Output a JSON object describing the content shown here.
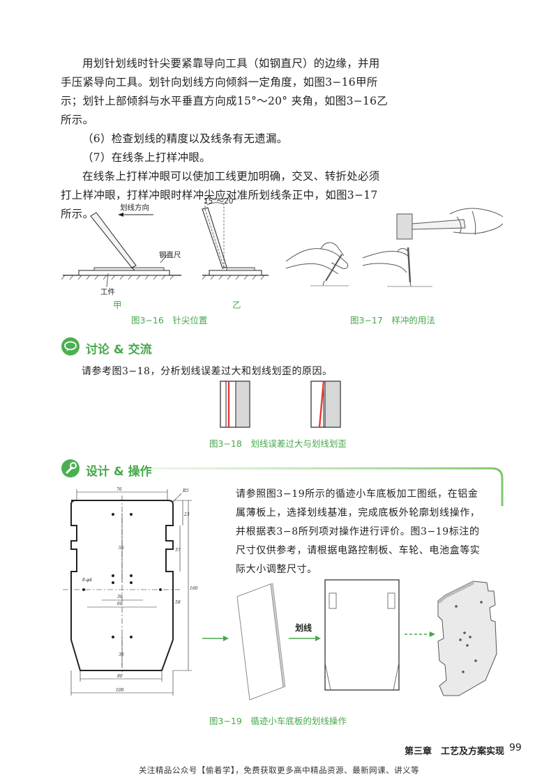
{
  "body": {
    "p1": "用划针划线时针尖要紧靠导向工具（如钢直尺）的边缘，并用手压紧导向工具。划针向划线方向倾斜一定角度，如图3−16甲所示；划针上部倾斜与水平垂直方向成15°～20° 夹角，如图3−16乙所示。",
    "p2": "（6）检查划线的精度以及线条有无遗漏。",
    "p3": "（7）在线条上打样冲眼。",
    "p4": "在线条上打样冲眼可以使加工线更加明确，交叉、转折处必须打上样冲眼，打样冲眼时样冲尖应对准所划线条正中，如图3−17所示。"
  },
  "fig316": {
    "dir_label": "划线方向",
    "angle_label": "15°～20°",
    "ruler_label": "钢直尺",
    "work_label": "工件",
    "sub_a": "甲",
    "sub_b": "乙",
    "caption": "图3−16　针尖位置"
  },
  "fig317": {
    "caption": "图3−17　样冲的用法"
  },
  "discuss": {
    "title": "讨论 & 交流",
    "text": "请参考图3−18，分析划线误差过大和划线划歪的原因。",
    "caption": "图3−18　划线误差过大与划线划歪"
  },
  "design": {
    "title": "设计 & 操作",
    "text": "请参照图3−19所示的循迹小车底板加工图纸，在铝金属薄板上，选择划线基准，完成底板外轮廓划线操作，并根据表3−8所列项对操作进行评价。图3−19标注的尺寸仅供参考，请根据电路控制板、车轮、电池盒等实际大小调整尺寸。",
    "step_label": "划线",
    "caption": "图3−19　循迹小车底板的划线操作"
  },
  "drawing": {
    "d_top": "76",
    "d_r": "R5",
    "d_right1": "23",
    "d_right2": "37",
    "d_right3": "58",
    "d_total": "160",
    "d_mid": "56",
    "d_holes": "8-φ4",
    "d_inner": "30",
    "d_inner2": "60",
    "d_low": "30",
    "d_bottom1": "80",
    "d_bottom2": "100"
  },
  "footer": {
    "chapter": "第三章　工艺及方案实现",
    "page": "99",
    "note": "关注精品公众号【偷着学】，免费获取更多高中精品资源、最新网课、讲义等"
  },
  "colors": {
    "accent": "#47a84a",
    "red_line": "#e53935"
  }
}
